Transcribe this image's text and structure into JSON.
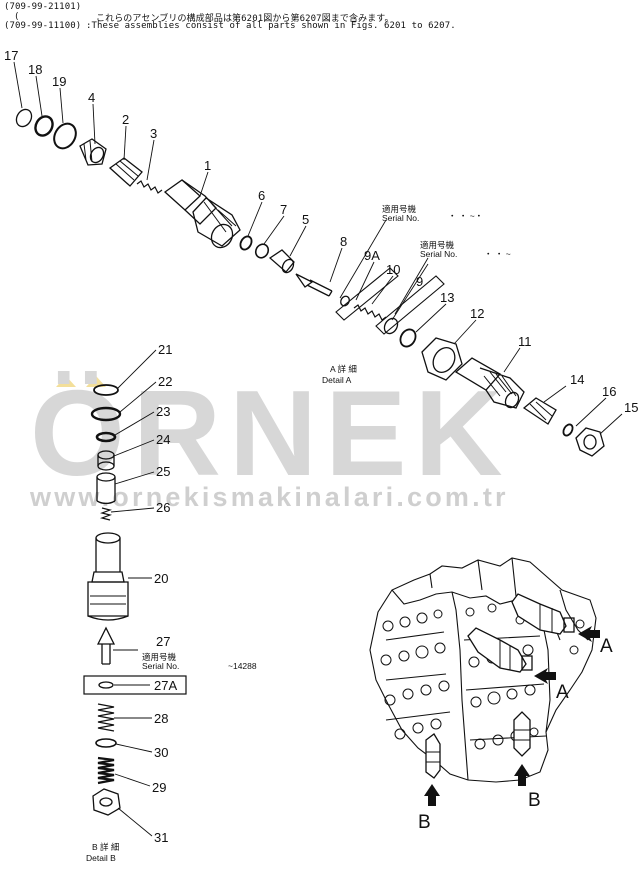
{
  "header": {
    "line1": "(709-99-21101)",
    "line2": "(",
    "line3": "(709-99-11100)",
    "note_jp": "これらのアセンブリの構成部品は第6201図から第6207図まで含みます。",
    "note_en": ":These assemblies consist of all parts shown in Figs. 6201 to 6207."
  },
  "watermark": {
    "brand": "ÖRNEK",
    "url": "www.ornekismakinalari.com.tr"
  },
  "labels": {
    "p1": "1",
    "p2": "2",
    "p3": "3",
    "p4": "4",
    "p5": "5",
    "p6": "6",
    "p7": "7",
    "p8": "8",
    "p9": "9",
    "p9a": "9A",
    "p10": "10",
    "p11": "11",
    "p12": "12",
    "p13": "13",
    "p14": "14",
    "p15": "15",
    "p16": "16",
    "p17": "17",
    "p18": "18",
    "p19": "19",
    "p20": "20",
    "p21": "21",
    "p22": "22",
    "p23": "23",
    "p24": "24",
    "p25": "25",
    "p26": "26",
    "p27": "27",
    "p27a": "27A",
    "p28": "28",
    "p29": "29",
    "p30": "30",
    "p31": "31"
  },
  "serials": {
    "s8_jp": "適用号機",
    "s8_en": "Serial No.",
    "s8_val": "・ ・ ~・",
    "s9_jp": "適用号機",
    "s9_en": "Serial No.",
    "s9_val": "・ ・ ~",
    "s27_jp": "適用号機",
    "s27_en": "Serial No.",
    "s27_val": "~14288"
  },
  "details": {
    "a_jp": "A 詳 細",
    "a_en": "Detail A",
    "b_jp": "B 詳 細",
    "b_en": "Detail B"
  },
  "callouts": {
    "a1": "A",
    "a2": "A",
    "b1": "B",
    "b2": "B"
  },
  "colors": {
    "ink": "#111111",
    "watermark": "#d7d7d7",
    "watermark_accent": "#f3df9a"
  }
}
